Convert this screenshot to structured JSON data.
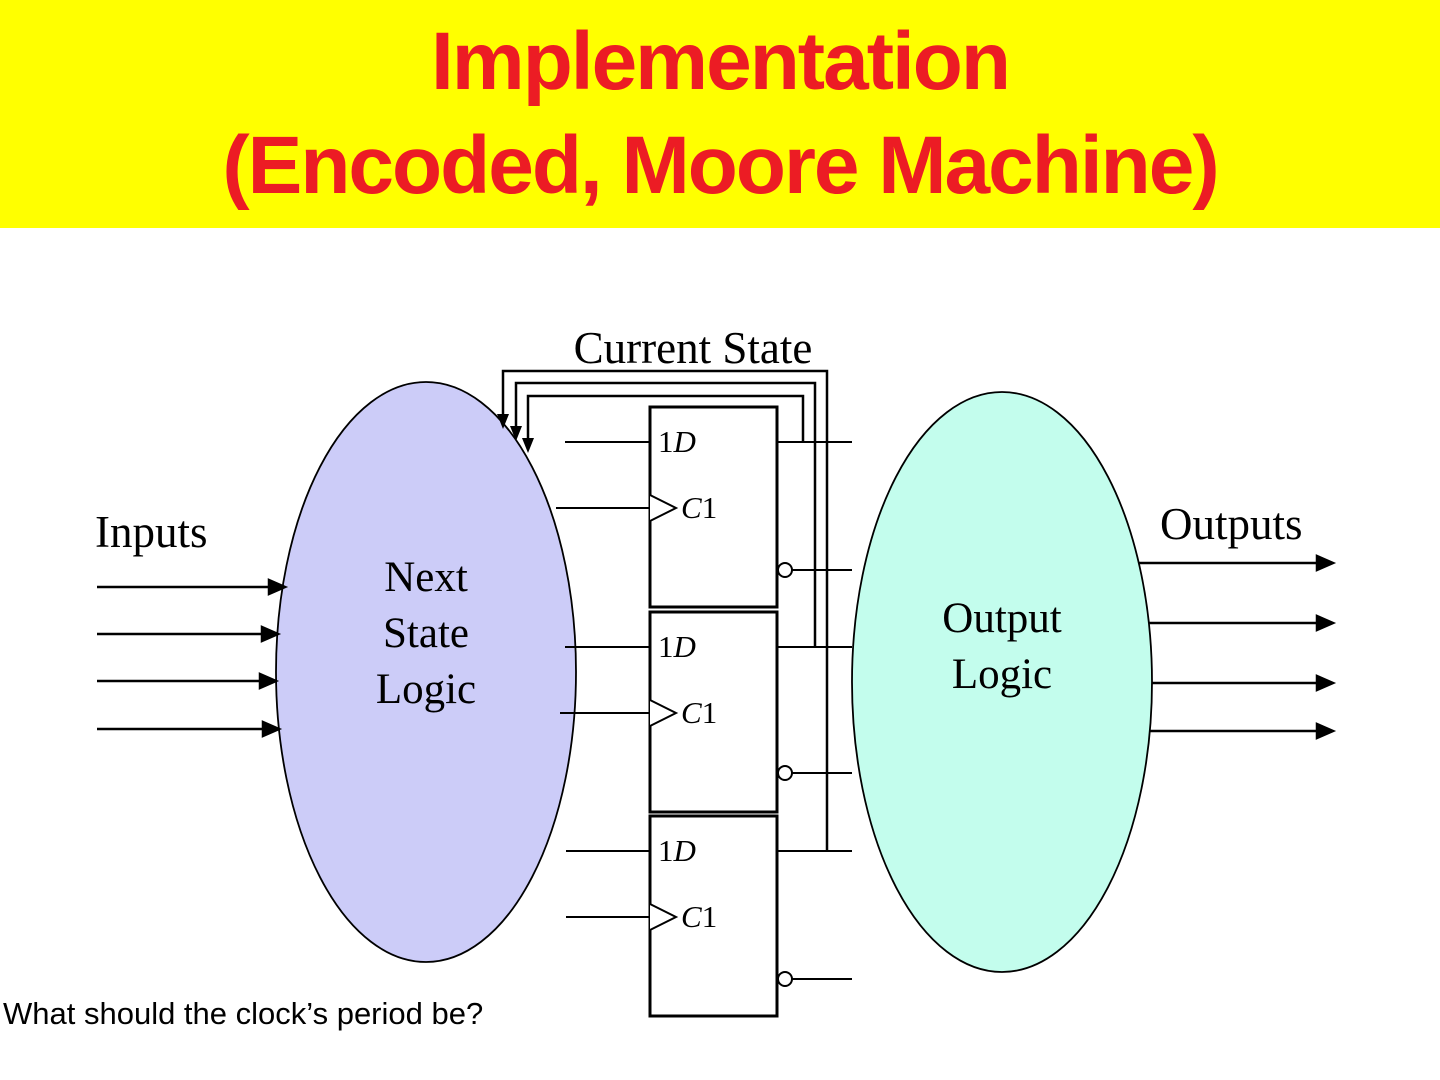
{
  "header": {
    "line1": "Implementation",
    "line2": "(Encoded, Moore Machine)"
  },
  "labels": {
    "current_state": "Current State",
    "inputs": "Inputs",
    "outputs": "Outputs",
    "question": "What should the clock’s period be?"
  },
  "next_state_logic": {
    "lines": [
      "Next",
      "State",
      "Logic"
    ]
  },
  "output_logic": {
    "lines": [
      "Output",
      "Logic"
    ]
  },
  "flip_flop": {
    "data_input_prefix": "1",
    "data_input_letter": "D",
    "clock_letter": "C",
    "clock_suffix": "1"
  },
  "counts": {
    "flip_flops": 3,
    "input_arrows": 4,
    "output_arrows": 4,
    "feedback_wires": 3
  },
  "colors": {
    "header_background": "#FFFF00",
    "title_text": "#EC1C24",
    "next_state_fill": "#CCCCF8",
    "output_logic_fill": "#C3FDED",
    "line": "#000000"
  }
}
